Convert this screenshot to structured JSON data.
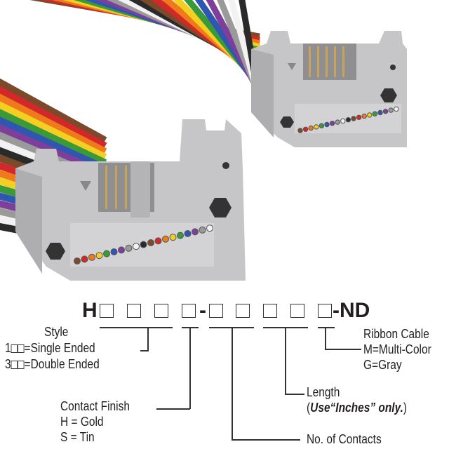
{
  "part_number": {
    "prefix": "H",
    "separator": "-",
    "suffix": "-ND"
  },
  "fields": {
    "style": {
      "title": "Style",
      "options": [
        {
          "code": "1",
          "label": "=Single Ended"
        },
        {
          "code": "3",
          "label": "=Double Ended"
        }
      ]
    },
    "contact_finish": {
      "title": "Contact Finish",
      "options": [
        "H = Gold",
        "S = Tin"
      ]
    },
    "contacts": {
      "title": "No. of Contacts"
    },
    "length": {
      "title": "Length",
      "note_open": "(",
      "note_bold": "Use“Inches” only.",
      "note_close": ")"
    },
    "ribbon_cable": {
      "title": "Ribbon Cable",
      "options": [
        "M=Multi-Color",
        "G=Gray"
      ]
    }
  },
  "colors": {
    "connector": "#c9c9cb",
    "connector_dark": "#a9a9ac",
    "ribbon": [
      "#7a4a2a",
      "#d3282a",
      "#ee7a1c",
      "#f4cf22",
      "#3a9a3a",
      "#2f56b0",
      "#7d3f9a",
      "#9a9a9a",
      "#f2f2f2",
      "#2a2a2a"
    ]
  }
}
